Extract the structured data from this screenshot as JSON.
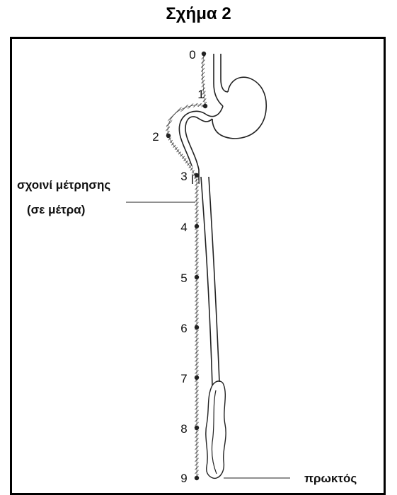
{
  "title": "Σχήμα 2",
  "rope_label_line1": "σχοινί μέτρησης",
  "rope_label_line2": "(σε μέτρα)",
  "anus_label": "πρωκτός",
  "marks": [
    "0",
    "1",
    "2",
    "3",
    "4",
    "5",
    "6",
    "7",
    "8",
    "9"
  ]
}
